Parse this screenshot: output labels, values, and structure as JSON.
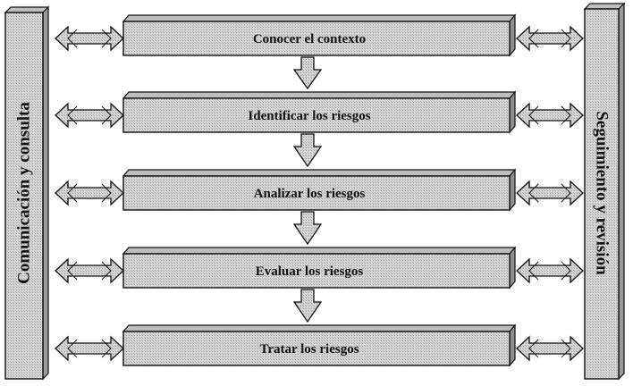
{
  "diagram": {
    "left_bar_label": "Comunicación y consulta",
    "right_bar_label": "Seguimiento y revisión",
    "steps": [
      {
        "label": "Conocer el contexto"
      },
      {
        "label": "Identificar los riesgos"
      },
      {
        "label": "Analizar los riesgos"
      },
      {
        "label": "Evaluar los riesgos"
      },
      {
        "label": "Tratar los riesgos"
      }
    ],
    "colors": {
      "fill": "#d4d4d4",
      "stroke": "#111111",
      "background": "#ffffff"
    }
  }
}
